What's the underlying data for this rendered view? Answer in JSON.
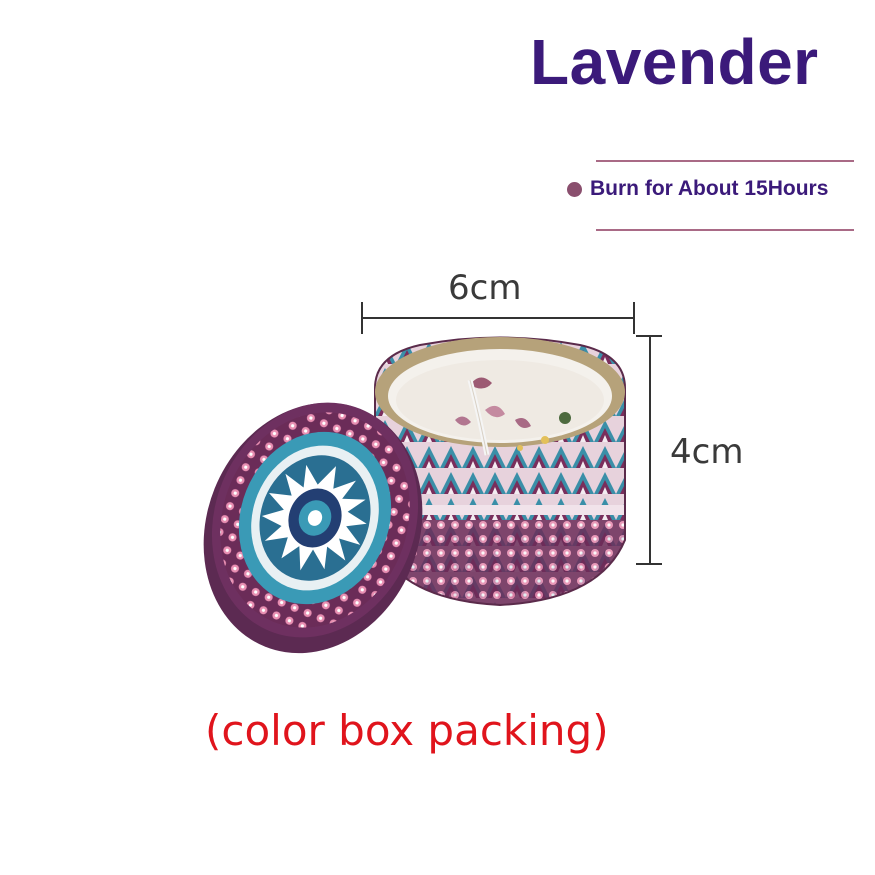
{
  "title": "Lavender",
  "burn_time": "Burn for About 15Hours",
  "dimensions": {
    "width": "6cm",
    "height": "4cm"
  },
  "caption": "(color box packing)",
  "colors": {
    "title": "#3b1a7a",
    "rule": "#a96a86",
    "bullet": "#8a4f6e",
    "caption": "#e0141c"
  },
  "image": {
    "subject": "mandala-tin-candle",
    "icon": "candle-tin-illustration"
  }
}
